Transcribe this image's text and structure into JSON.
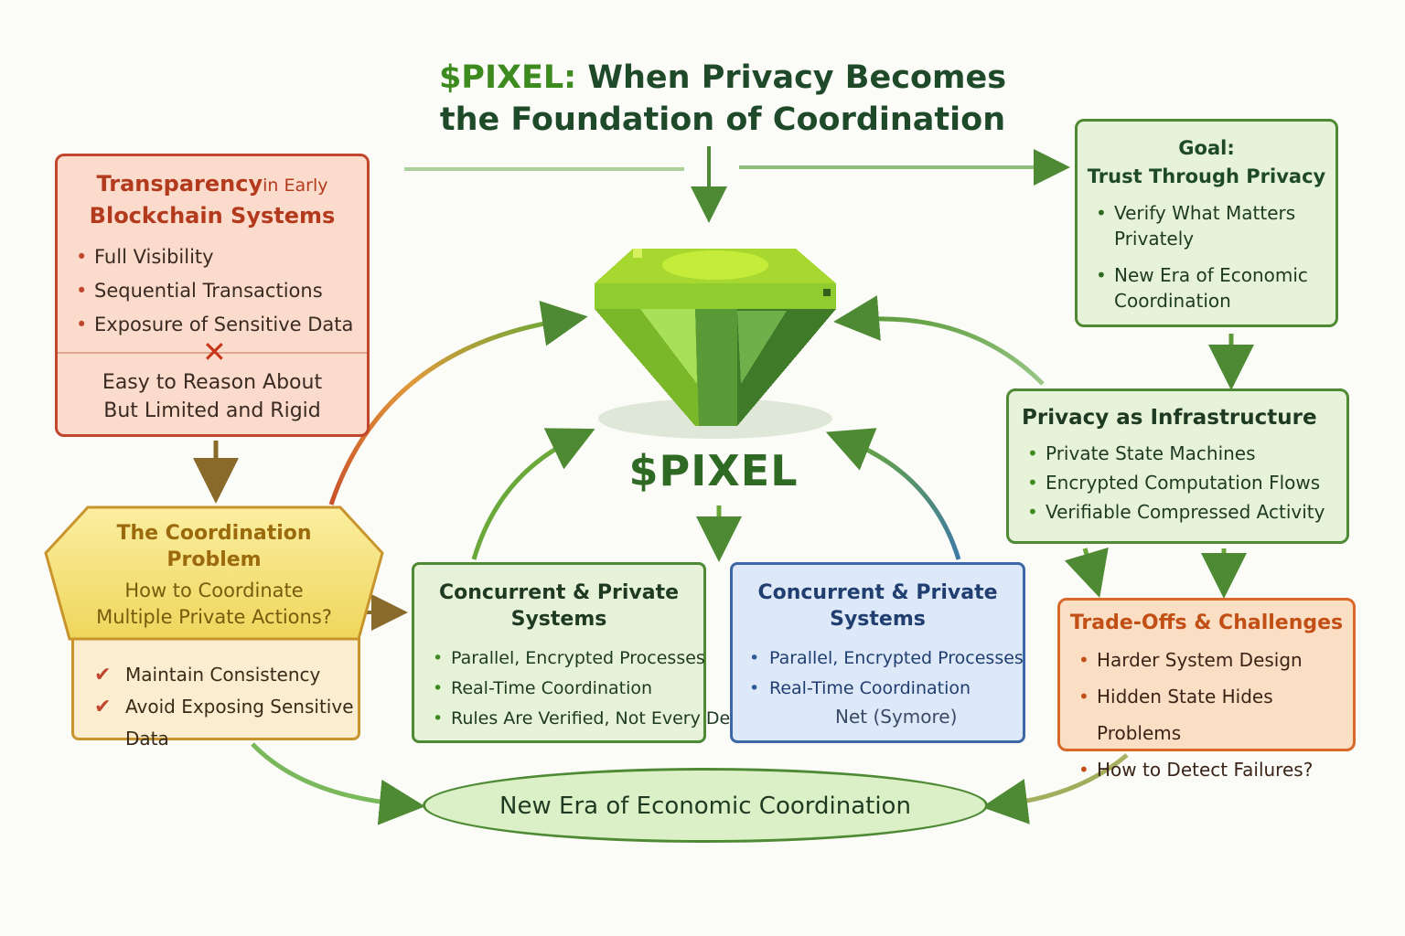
{
  "title": {
    "ticker": "$PIXEL:",
    "line1_rest": "When Privacy Becomes",
    "line2": "the Foundation of Coordination"
  },
  "center": {
    "label": "$PIXEL",
    "icon": "pixel-gem-icon"
  },
  "transparency": {
    "title_a": "Transparency",
    "title_b": "in Early",
    "title_c": "Blockchain Systems",
    "items": [
      "Full Visibility",
      "Sequential Transactions",
      "Exposure of Sensitive Data"
    ],
    "x_mark": "✕",
    "footer_1": "Easy to Reason About",
    "footer_2": "But Limited and Rigid"
  },
  "goal": {
    "title_1": "Goal:",
    "title_2": "Trust Through Privacy",
    "items": [
      "Verify What Matters Privately",
      "New Era of Economic Coordination"
    ]
  },
  "infrastructure": {
    "title": "Privacy as Infrastructure",
    "items": [
      "Private State Machines",
      "Encrypted Computation Flows",
      "Verifiable Compressed Activity"
    ]
  },
  "tradeoffs": {
    "title": "Trade-Offs & Challenges",
    "items": [
      "Harder System Design",
      "Hidden State Hides Problems",
      "How to Detect Failures?"
    ]
  },
  "coordination": {
    "title_1": "The Coordination",
    "title_2": "Problem",
    "question_1": "How to Coordinate",
    "question_2": "Multiple Private Actions?",
    "checks": [
      "Maintain Consistency",
      "Avoid Exposing Sensitive Data"
    ]
  },
  "concurrent_left": {
    "title_1": "Concurrent & Private",
    "title_2": "Systems",
    "items": [
      "Parallel, Encrypted Processes",
      "Real-Time Coordination",
      "Rules Are Verified, Not Every Detail"
    ]
  },
  "concurrent_right": {
    "title_1": "Concurrent & Private",
    "title_2": "Systems",
    "items": [
      "Parallel, Encrypted Processes",
      "Real-Time Coordination"
    ],
    "net_label": "Net (Symore)"
  },
  "outcome": {
    "label": "New Era of Economic Coordination"
  },
  "colors": {
    "green_dark": "#1f4a2a",
    "green_accent": "#3d8a1e",
    "red": "#c0462d",
    "orange": "#d9682a",
    "gold": "#c7952c",
    "blue": "#3d67a6"
  }
}
